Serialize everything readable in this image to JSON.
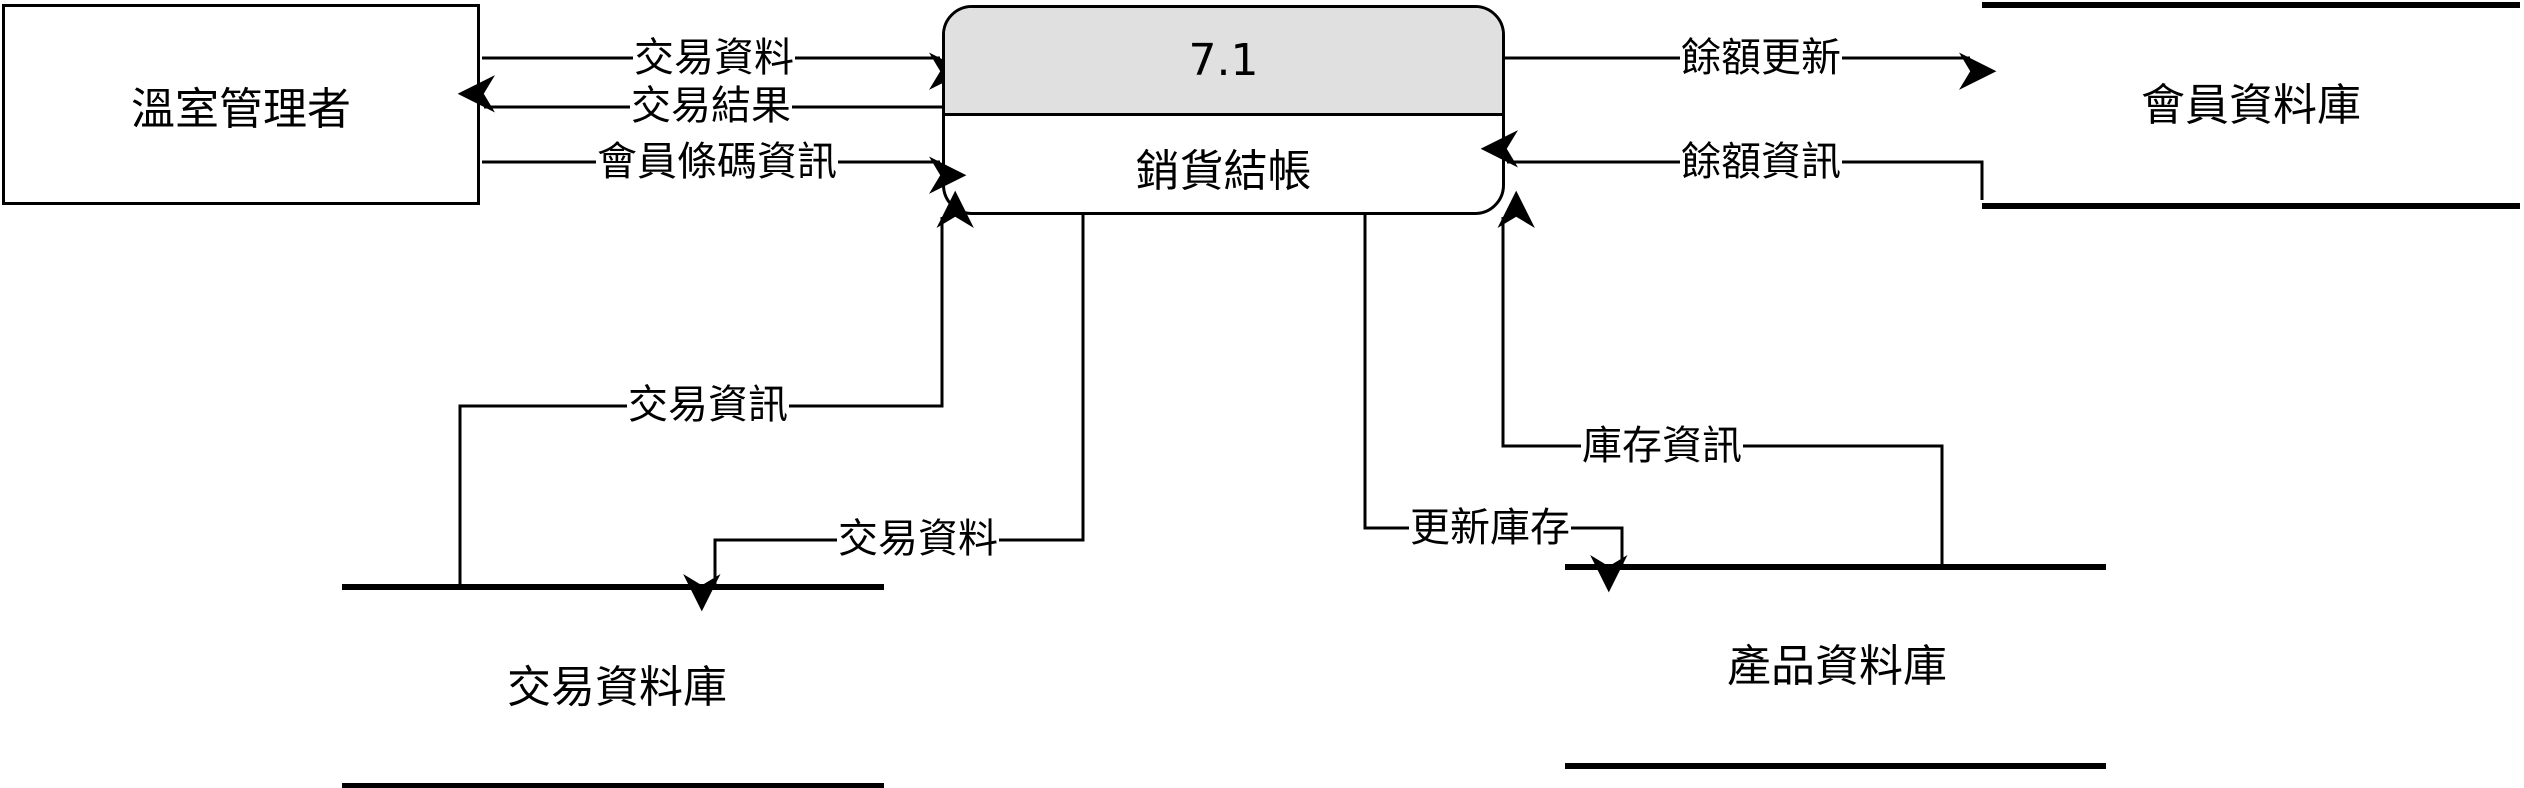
{
  "external_entity": {
    "name": "溫室管理者"
  },
  "process": {
    "id": "7.1",
    "name": "銷貨結帳"
  },
  "data_stores": {
    "member": "會員資料庫",
    "transaction": "交易資料庫",
    "product": "產品資料庫"
  },
  "flows": {
    "f1": "交易資料",
    "f2": "交易結果",
    "f3": "會員條碼資訊",
    "f4": "餘額更新",
    "f5": "餘額資訊",
    "f6": "交易資訊",
    "f7": "交易資料",
    "f8": "更新庫存",
    "f9": "庫存資訊"
  }
}
